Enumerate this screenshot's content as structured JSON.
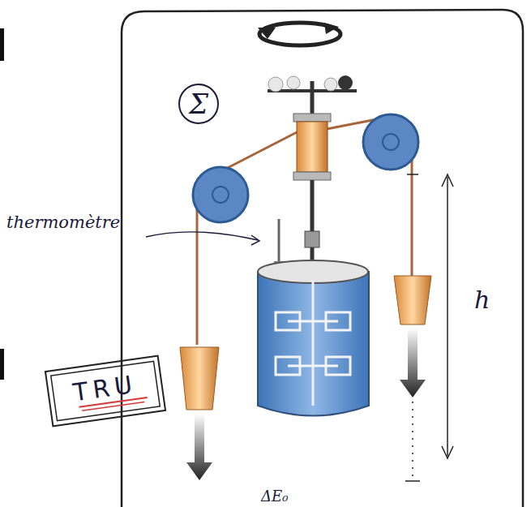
{
  "diagram": {
    "nodes": [
      {
        "text": [
          "Σ"
        ]
      },
      {
        "text": [
          "TRU"
        ]
      }
    ],
    "labels": [
      "thermomètre",
      "h",
      "ΔE₀"
    ]
  }
}
